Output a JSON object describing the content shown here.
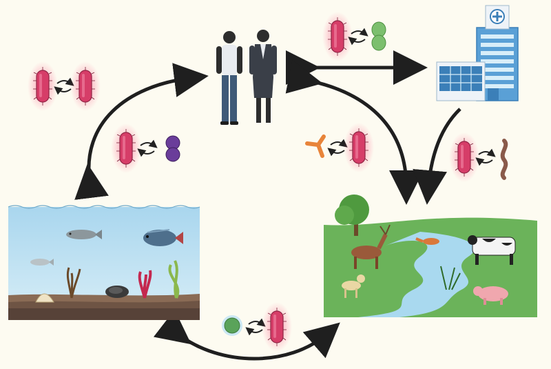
{
  "canvas": {
    "background": "#fdfbf1"
  },
  "colors": {
    "arrow": "#1f1f1f",
    "bacterium": "#d63d68",
    "bacterium_glow": "#ff4d7d",
    "water": "#bfe3f5",
    "sediment": "#8a6b55",
    "grass": "#6bb35a",
    "river": "#a9d9ef",
    "phage_green": "#7cbf6e",
    "coccus_purple": "#6a3d9a",
    "fungus_orange": "#e8843a",
    "worm_brown": "#8a5a4a",
    "protist_green": "#5aa35a",
    "hospital_blue": "#3b7fb8"
  },
  "scenes": {
    "humans": {
      "icon": "two-people-icon"
    },
    "hospital": {
      "icon": "hospital-building-icon"
    },
    "aquatic": {
      "icon": "aquatic-ecosystem-icon"
    },
    "terrestrial": {
      "icon": "farm-landscape-icon"
    }
  },
  "exchanges": [
    {
      "id": "bacteria-bacteria",
      "partner": "rod-bacterium-icon"
    },
    {
      "id": "bacteria-coccus",
      "partner": "coccus-icon"
    },
    {
      "id": "bacteria-green-cell",
      "partner": "green-diplococcus-icon"
    },
    {
      "id": "fungus-bacteria",
      "partner": "fungus-icon"
    },
    {
      "id": "bacteria-worm",
      "partner": "worm-icon"
    },
    {
      "id": "protist-bacteria",
      "partner": "protist-icon"
    }
  ]
}
